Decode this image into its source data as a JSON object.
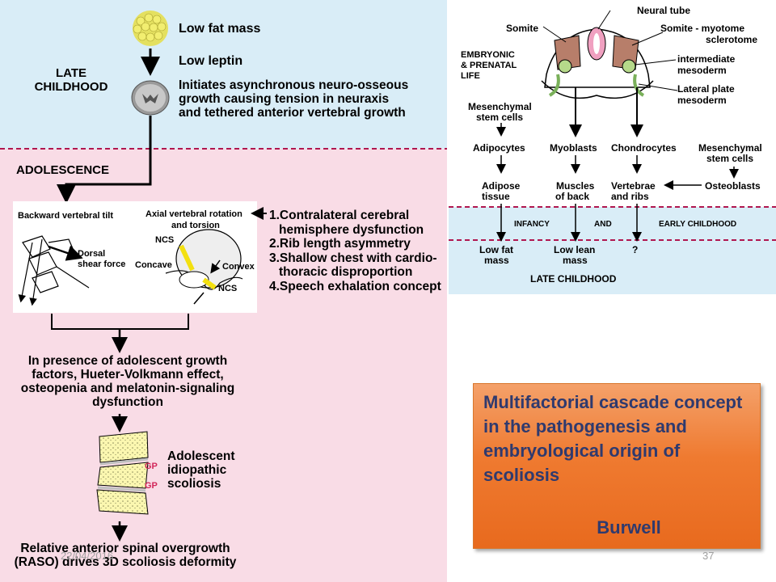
{
  "left_panel": {
    "stage_late_childhood": "LATE\nCHILDHOOD",
    "stage_adolescence": "ADOLESCENCE",
    "low_fat_mass": "Low fat mass",
    "low_leptin": "Low leptin",
    "initiates_text": "Initiates asynchronous neuro-osseous growth causing tension in neuraxis and tethered anterior vertebral growth",
    "backward_tilt": "Backward vertebral tilt",
    "axial_rotation_line1": "Axial vertebral rotation",
    "axial_rotation_line2": "and torsion",
    "dorsal_shear_line1": "Dorsal",
    "dorsal_shear_line2": "shear force",
    "ncs_top": "NCS",
    "ncs_bottom": "NCS",
    "concave": "Concave",
    "convex": "Convex",
    "factors": [
      "1.Contralateral cerebral hemisphere dysfunction",
      "2.Rib length asymmetry",
      "3.Shallow chest with cardio-thoracic disproportion",
      "4.Speech exhalation concept"
    ],
    "presence_text": "In presence of adolescent growth factors, Hueter-Volkmann effect, osteopenia and melatonin-signaling dysfunction",
    "ais": "Adolescent idiopathic scoliosis",
    "gp": "GP",
    "raso": "Relative anterior spinal overgrowth (RASO) drives 3D scoliosis deformity"
  },
  "right_panel": {
    "neural_tube": "Neural tube",
    "somite": "Somite",
    "somite_myotome_line1": "Somite - myotome",
    "somite_myotome_line2": "sclerotome",
    "embryonic": "EMBRYONIC\n& PRENATAL\nLIFE",
    "intermediate_line1": "intermediate",
    "intermediate_line2": "mesoderm",
    "lateral_line1": "Lateral plate",
    "lateral_line2": "mesoderm",
    "mesenchymal_left_line1": "Mesenchymal",
    "mesenchymal_left_line2": "stem cells",
    "mesenchymal_right_line1": "Mesenchymal",
    "mesenchymal_right_line2": "stem cells",
    "adipocytes": "Adipocytes",
    "myoblasts": "Myoblasts",
    "chondrocytes": "Chondrocytes",
    "adipose_line1": "Adipose",
    "adipose_line2": "tissue",
    "muscles_line1": "Muscles",
    "muscles_line2": "of back",
    "vertebrae_line1": "Vertebrae",
    "vertebrae_line2": "and ribs",
    "osteoblasts": "Osteoblasts",
    "infancy": "INFANCY",
    "and": "AND",
    "early_childhood": "EARLY CHILDHOOD",
    "low_fat_line1": "Low fat",
    "low_fat_line2": "mass",
    "low_lean_line1": "Low lean",
    "low_lean_line2": "mass",
    "question": "?",
    "late_childhood": "LATE CHILDHOOD"
  },
  "callout": {
    "title": "Multifactorial cascade concept in the pathogenesis and embryological origin of scoliosis",
    "author": "Burwell"
  },
  "footer": {
    "date": "22/04/2016",
    "page": "37"
  },
  "colors": {
    "late_childhood_bg": "#d9edf7",
    "adolescence_bg": "#f9dce6",
    "divider": "#b0174f",
    "callout_text": "#2f3a6e",
    "callout_fill": "#ef7a30"
  }
}
